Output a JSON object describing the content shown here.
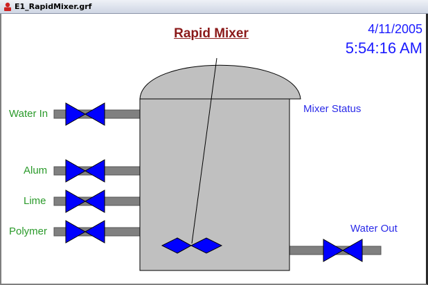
{
  "window": {
    "title": "E1_RapidMixer.grf"
  },
  "screen": {
    "title": "Rapid Mixer",
    "date": "4/11/2005",
    "time": "5:54:16 AM",
    "mixer_status_label": "Mixer Status"
  },
  "inlets": [
    {
      "label": "Water In"
    },
    {
      "label": "Alum"
    },
    {
      "label": "Lime"
    },
    {
      "label": "Polymer"
    }
  ],
  "outlet": {
    "label": "Water Out"
  },
  "colors": {
    "tank": "#c0c0c0",
    "valve": "#0000ff",
    "pipe": "#808080",
    "title": "#8b1a1a",
    "label_green": "#2a9a2a",
    "label_blue": "#2a2ae8"
  }
}
